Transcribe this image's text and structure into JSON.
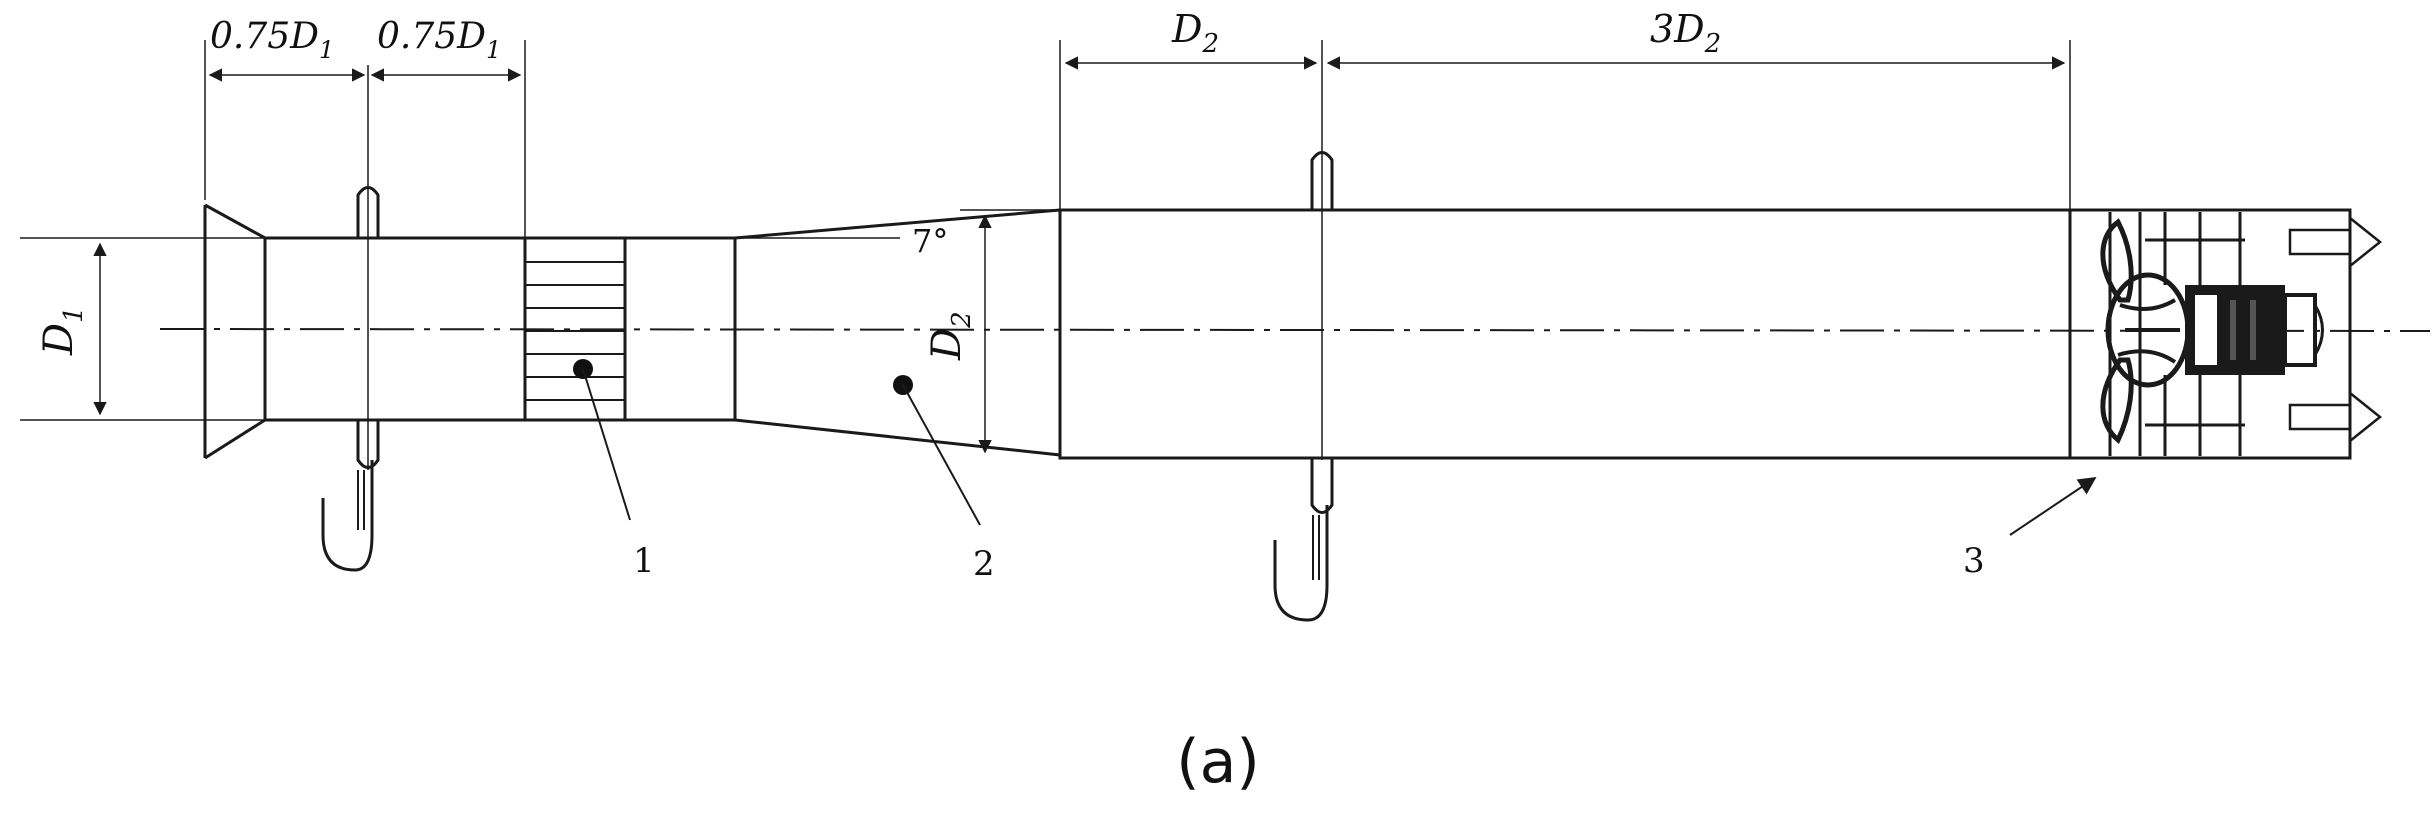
{
  "dimensions": {
    "d1_a": "0.75D",
    "d1_a_sub": "1",
    "d1_b": "0.75D",
    "d1_b_sub": "1",
    "d2": "D",
    "d2_sub": "2",
    "d3": "3D",
    "d3_sub": "2",
    "dia1": "D",
    "dia1_sub": "1",
    "dia2": "D",
    "dia2_sub": "2",
    "angle": "7°"
  },
  "labels": {
    "one": "1",
    "two": "2",
    "three": "3"
  },
  "caption": "(a)",
  "colors": {
    "line": "#1a1a1a",
    "background": "#ffffff"
  }
}
